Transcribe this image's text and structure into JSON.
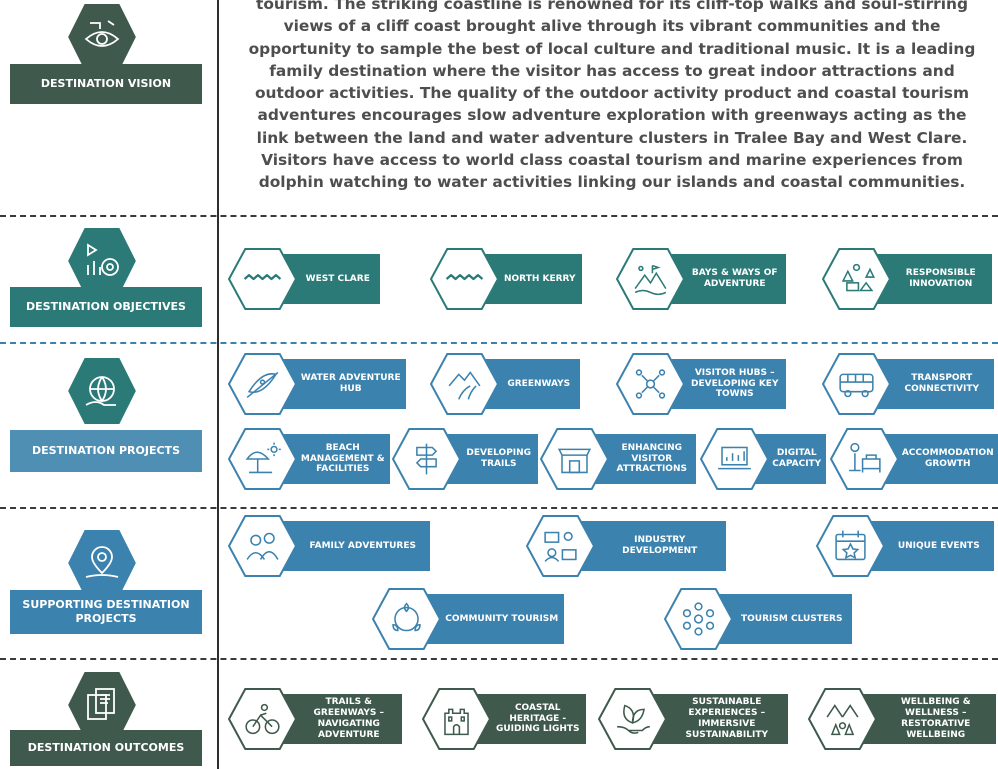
{
  "colors": {
    "teal": "#2b7a77",
    "blue": "#3c82ae",
    "dark_green": "#3f5a4d",
    "text_grey": "#4e4e4e",
    "divider": "#2e2e2e"
  },
  "sections": {
    "vision": {
      "label": "DESTINATION VISION",
      "icon": "eye-vision-icon",
      "lines": [
        "tourism. The striking coastline is renowned for its cliff-top walks and soul-stirring",
        "views of a cliff coast brought alive through its vibrant communities and the",
        "opportunity to sample the best of local culture and traditional music. It is a leading",
        "family destination where the visitor has access to great indoor attractions and",
        "outdoor activities. The quality of the outdoor activity product and coastal tourism",
        "adventures encourages slow adventure exploration with greenways acting as the",
        "link between the land and water adventure clusters in Tralee Bay and West Clare.",
        "Visitors have access to world class coastal tourism and marine experiences from",
        "dolphin watching to water activities linking our islands and coastal communities."
      ]
    },
    "objectives": {
      "label": "DESTINATION OBJECTIVES",
      "icon": "target-chart-icon",
      "items": [
        {
          "label": "WEST CLARE",
          "icon": "wave-icon"
        },
        {
          "label": "NORTH KERRY",
          "icon": "wave-icon"
        },
        {
          "label": "BAYS & WAYS OF ADVENTURE",
          "icon": "adventure-landscape-icon"
        },
        {
          "label": "RESPONSIBLE INNOVATION",
          "icon": "camping-forest-icon"
        }
      ]
    },
    "projects": {
      "label": "DESTINATION PROJECTS",
      "icon": "globe-hand-icon",
      "items": [
        {
          "label": "WATER ADVENTURE HUB",
          "icon": "kayak-icon"
        },
        {
          "label": "GREENWAYS",
          "icon": "mountain-road-icon"
        },
        {
          "label": "VISITOR HUBS – DEVELOPING KEY TOWNS",
          "icon": "hub-network-icon"
        },
        {
          "label": "TRANSPORT CONNECTIVITY",
          "icon": "bus-icon"
        },
        {
          "label": "BEACH MANAGEMENT & FACILITIES",
          "icon": "beach-umbrella-icon"
        },
        {
          "label": "DEVELOPING TRAILS",
          "icon": "signpost-icon"
        },
        {
          "label": "ENHANCING VISITOR ATTRACTIONS",
          "icon": "attraction-stall-icon"
        },
        {
          "label": "DIGITAL CAPACITY",
          "icon": "laptop-chart-icon"
        },
        {
          "label": "ACCOMMODATION GROWTH",
          "icon": "hotel-bed-icon"
        }
      ]
    },
    "supporting": {
      "label": "SUPPORTING DESTINATION PROJECTS",
      "icon": "map-pin-icon",
      "items": [
        {
          "label": "FAMILY ADVENTURES",
          "icon": "family-icon"
        },
        {
          "label": "INDUSTRY DEVELOPMENT",
          "icon": "people-cards-icon"
        },
        {
          "label": "UNIQUE EVENTS",
          "icon": "calendar-star-icon"
        },
        {
          "label": "COMMUNITY TOURISM",
          "icon": "community-pins-icon"
        },
        {
          "label": "TOURISM CLUSTERS",
          "icon": "cluster-icon"
        }
      ]
    },
    "outcomes": {
      "label": "DESTINATION OUTCOMES",
      "icon": "documents-icon",
      "items": [
        {
          "label": "TRAILS & GREENWAYS – NAVIGATING ADVENTURE",
          "icon": "cyclist-icon"
        },
        {
          "label": "COASTAL HERITAGE - GUIDING LIGHTS",
          "icon": "castle-icon"
        },
        {
          "label": "SUSTAINABLE EXPERIENCES – IMMERSIVE SUSTAINABILITY",
          "icon": "hand-leaf-icon"
        },
        {
          "label": "WELLBEING & WELLNESS – RESTORATIVE WELLBEING",
          "icon": "mountain-trees-icon"
        }
      ]
    }
  }
}
